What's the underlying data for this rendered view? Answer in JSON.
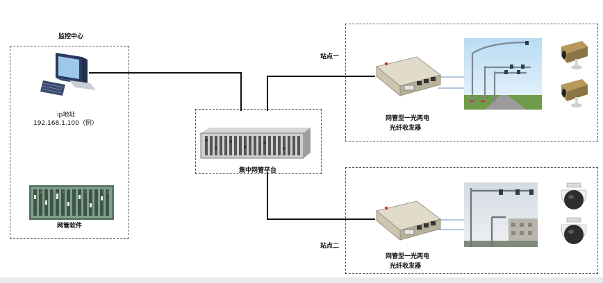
{
  "monitor_center": {
    "title": "监控中心",
    "pc_label": "ip地址",
    "pc_ip": "192.168.1.100（例）",
    "software_label": "网管软件"
  },
  "platform": {
    "label": "集中网管平台"
  },
  "site_top": {
    "label": "站点一",
    "device_line1": "网管型一光两电",
    "device_line2": "光纤收发器"
  },
  "site_bottom": {
    "label": "站点二",
    "device_line1": "网管型一光两电",
    "device_line2": "光纤收发器"
  },
  "colors": {
    "wire": "#111111",
    "thin_wire": "#6a8fb8",
    "device_body": "#d8d2bf",
    "dashed_border": "#555555"
  }
}
